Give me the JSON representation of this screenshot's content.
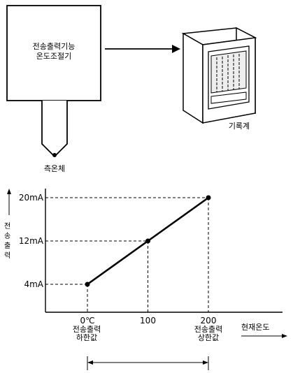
{
  "controller": {
    "line1": "전송출력기능",
    "line2": "온도조절기"
  },
  "sensor": {
    "label": "측온체"
  },
  "recorder": {
    "label": "기록계"
  },
  "chart_data": {
    "type": "line",
    "x": [
      0,
      100,
      200
    ],
    "y": [
      4,
      12,
      20
    ],
    "y_unit": "mA",
    "y_ticks": [
      "4mA",
      "12mA",
      "20mA"
    ],
    "x_ticks": [
      "0℃",
      "100",
      "200"
    ],
    "ylabel": "전송출력",
    "xlabel": "현재온도",
    "x_tick_notes": {
      "low": [
        "전송출력",
        "하한값"
      ],
      "high": [
        "전송출력",
        "상한값"
      ]
    }
  }
}
